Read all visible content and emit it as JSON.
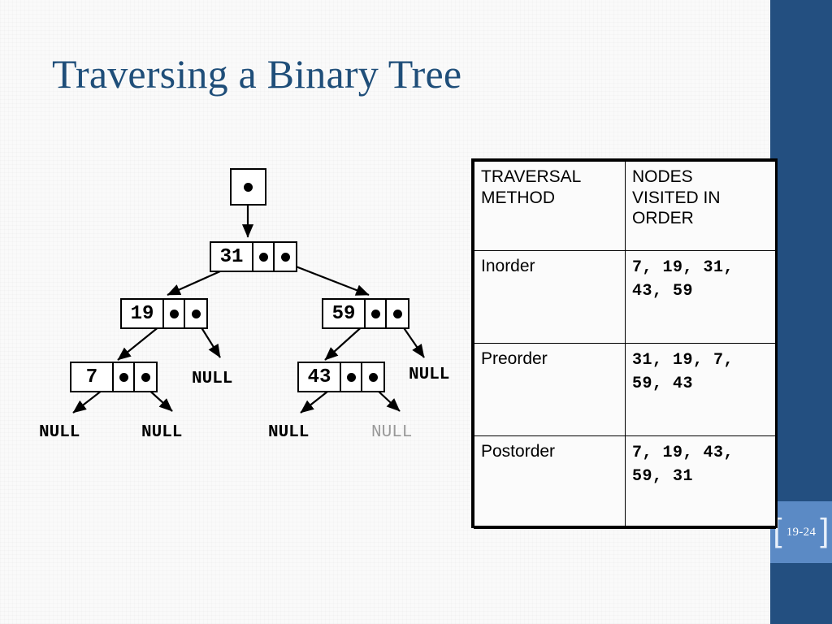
{
  "slide": {
    "title": "Traversing a Binary Tree",
    "page_number": "19-24",
    "accent_color": "#1f4e79",
    "badge_color": "#5b8ac5",
    "background_color": "#fafafa"
  },
  "tree": {
    "root_pointer_label": "",
    "nodes": [
      {
        "id": "n31",
        "value": "31",
        "left": "n19",
        "right": "n59"
      },
      {
        "id": "n19",
        "value": "19",
        "left": "n7",
        "right": "null"
      },
      {
        "id": "n59",
        "value": "59",
        "left": "n43",
        "right": "null"
      },
      {
        "id": "n7",
        "value": "7",
        "left": "null",
        "right": "null"
      },
      {
        "id": "n43",
        "value": "43",
        "left": "null",
        "right": "null"
      }
    ],
    "null_labels": [
      {
        "id": "null-19-right",
        "text": "NULL",
        "style": "bold"
      },
      {
        "id": "null-59-right",
        "text": "NULL",
        "style": "bold"
      },
      {
        "id": "null-7-left",
        "text": "NULL",
        "style": "bold"
      },
      {
        "id": "null-7-right",
        "text": "NULL",
        "style": "bold"
      },
      {
        "id": "null-43-left",
        "text": "NULL",
        "style": "bold"
      },
      {
        "id": "null-43-right",
        "text": "NULL",
        "style": "faded"
      }
    ]
  },
  "table": {
    "headers": {
      "col1_line1": "TRAVERSAL",
      "col1_line2": "METHOD",
      "col2_line1": "NODES",
      "col2_line2": "VISITED IN",
      "col2_line3": "ORDER"
    },
    "rows": [
      {
        "method": "Inorder",
        "nodes_line1": "7, 19, 31,",
        "nodes_line2": "43, 59"
      },
      {
        "method": "Preorder",
        "nodes_line1": "31, 19, 7,",
        "nodes_line2": "59, 43"
      },
      {
        "method": "Postorder",
        "nodes_line1": "7, 19, 43,",
        "nodes_line2": "59, 31"
      }
    ]
  }
}
